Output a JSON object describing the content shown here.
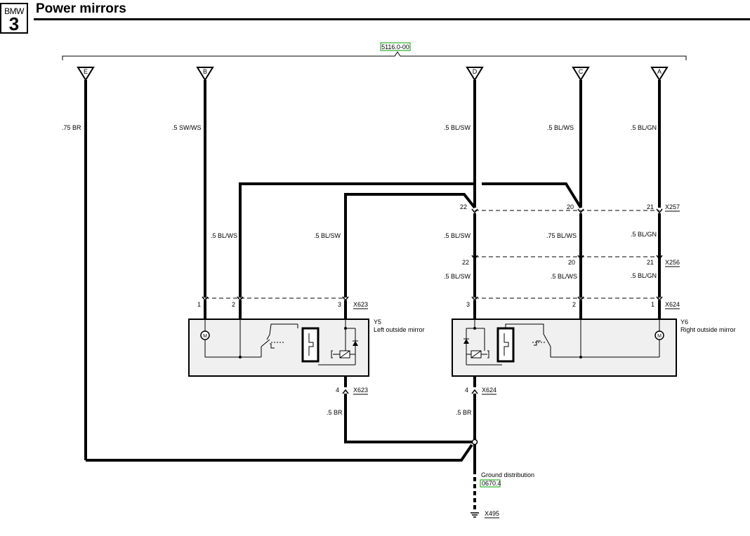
{
  "header": {
    "logo_brand": "BMW",
    "logo_series": "3",
    "title": "Power mirrors"
  },
  "diagram": {
    "ref_top": "5116.0-00",
    "terminals": {
      "e": "E",
      "b": "B",
      "d": "D",
      "c": "C",
      "a": "A"
    },
    "wires": {
      "e_top": ".75 BR",
      "b_top": ".5 SW/WS",
      "d_top": ".5 BL/SW",
      "c_top": ".5  BL/WS",
      "a_top": ".5 BL/GN",
      "left2_mid": ".5 BL/WS",
      "left3_mid": ".5 BL/SW",
      "d_mid": ".5 BL/SW",
      "c_mid": ".75 BL/WS",
      "a_mid": ".5 BL/GN",
      "d_low": ".5 BL/SW",
      "c_low": ".5 BL/WS",
      "a_low": ".5 BL/GN",
      "left_ground": ".5 BR",
      "right_ground": ".5 BR"
    },
    "connectors": {
      "x257": {
        "name": "X257",
        "pins": [
          "22",
          "20",
          "21"
        ]
      },
      "x256": {
        "name": "X256",
        "pins": [
          "22",
          "20",
          "21"
        ]
      },
      "x623": {
        "name": "X623",
        "pins": [
          "1",
          "2",
          "3"
        ],
        "ground_pin": "4"
      },
      "x624": {
        "name": "X624",
        "pins": [
          "3",
          "2",
          "1"
        ],
        "ground_pin": "4"
      }
    },
    "components": {
      "left": {
        "id": "Y5",
        "name": "Left outside mirror"
      },
      "right": {
        "id": "Y6",
        "name": "Right outside mirror"
      }
    },
    "motor_symbol": "M",
    "ground": {
      "label": "Ground distribution",
      "ref": "0670.4",
      "point": "X495"
    },
    "colors": {
      "ref_box_border": "#00a000",
      "line": "#000000",
      "component_fill": "#f0f0f0"
    }
  }
}
